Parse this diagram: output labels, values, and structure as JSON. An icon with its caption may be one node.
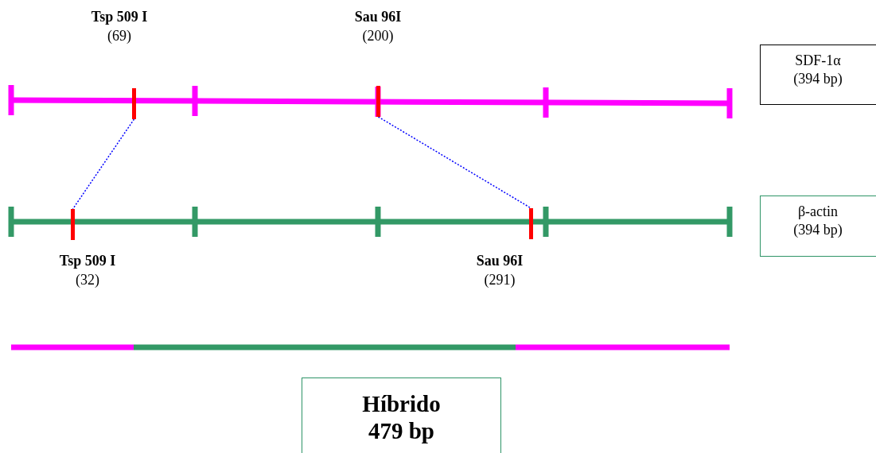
{
  "diagram": {
    "nodes": [
      {
        "text": [
          "SDF-1α",
          "(394 bp)"
        ]
      },
      {
        "text": [
          "β-actin",
          "(394 bp)"
        ]
      },
      {
        "text": [
          "Híbrido",
          "479 bp"
        ]
      },
      {
        "text": [],
        "shape": "bar",
        "beside": [
          "Tsp 509 I",
          "(69)"
        ]
      },
      {
        "text": [],
        "shape": "bar",
        "beside": [
          "Sau 96I",
          "(200)"
        ]
      },
      {
        "text": [],
        "shape": "bar",
        "beside": [
          "Tsp 509 I",
          "(32)"
        ]
      },
      {
        "text": [],
        "shape": "bar",
        "beside": [
          "Sau 96I",
          "(291)"
        ]
      }
    ],
    "edges": [
      {
        "from": 3,
        "to": 5,
        "arrow": "none",
        "style": "dashed"
      },
      {
        "from": 4,
        "to": 6,
        "arrow": "none",
        "style": "dashed"
      }
    ]
  }
}
